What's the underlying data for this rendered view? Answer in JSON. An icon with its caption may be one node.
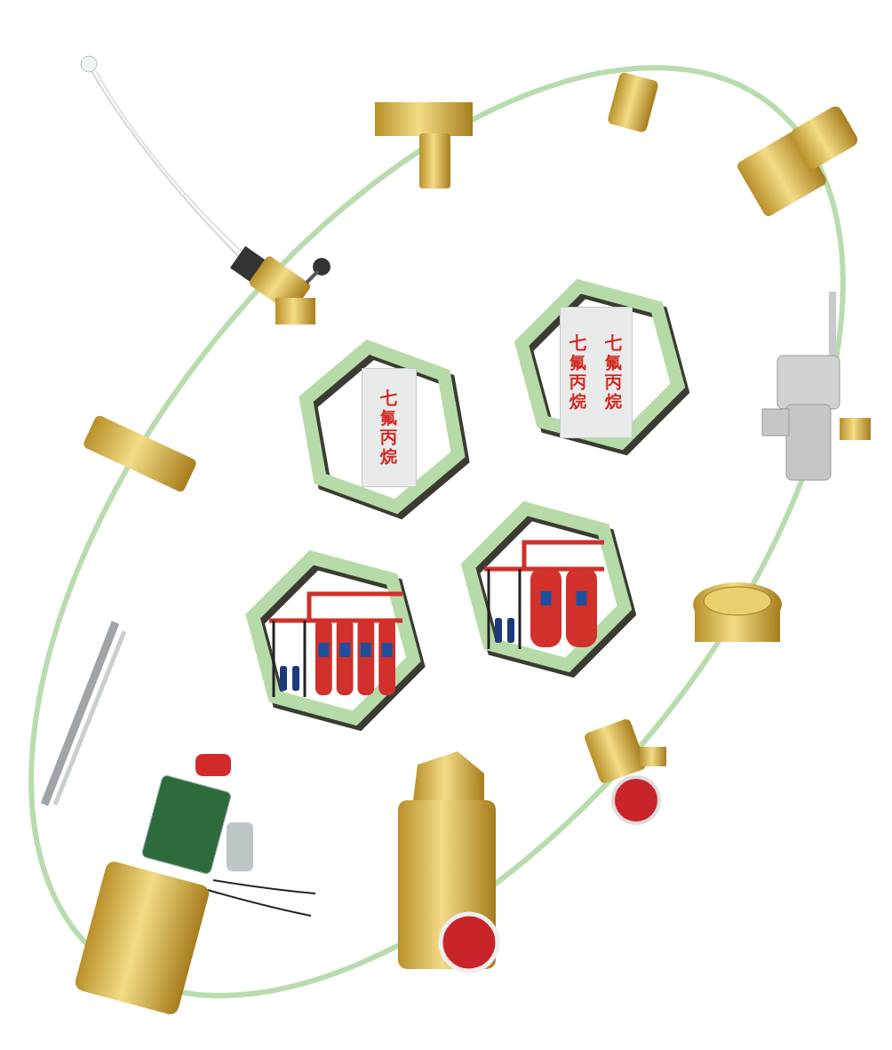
{
  "diagram": {
    "nodes": [
      {
        "text": [
          "七氟丙烷"
        ]
      },
      {
        "text": [
          "七氟丙烷",
          "七氟丙烷"
        ]
      },
      {
        "text": [],
        "shape": "picture"
      },
      {
        "text": [],
        "shape": "picture"
      }
    ]
  }
}
